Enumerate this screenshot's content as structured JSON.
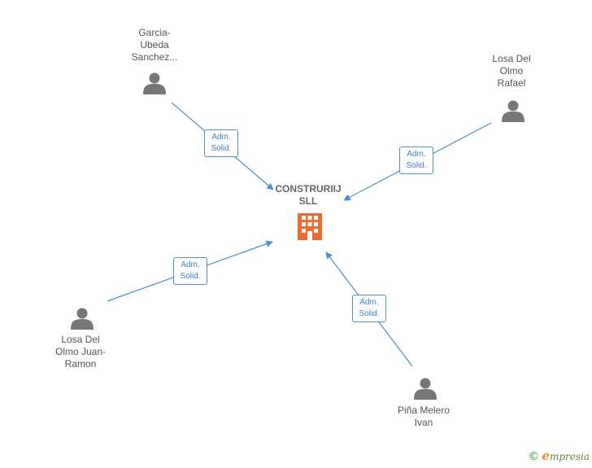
{
  "company": {
    "name_line1": "CONSTRURIIJ",
    "name_line2": "SLL",
    "icon": "building-icon",
    "color": "#f26a2e"
  },
  "persons": [
    {
      "lines": [
        "Garcia-",
        "Ubeda",
        "Sanchez..."
      ],
      "icon": "person-icon"
    },
    {
      "lines": [
        "Losa Del",
        "Olmo",
        "Rafael"
      ],
      "icon": "person-icon"
    },
    {
      "lines": [
        "Losa Del",
        "Olmo Juan-",
        "Ramon"
      ],
      "icon": "person-icon"
    },
    {
      "lines": [
        "Piña Melero",
        "Ivan"
      ],
      "icon": "person-icon"
    }
  ],
  "edges": [
    {
      "role_line1": "Adm.",
      "role_line2": "Solid."
    },
    {
      "role_line1": "Adm.",
      "role_line2": "Solid."
    },
    {
      "role_line1": "Adm.",
      "role_line2": "Solid."
    },
    {
      "role_line1": "Adm.",
      "role_line2": "Solid."
    }
  ],
  "colors": {
    "edge": "#4a8fd8",
    "person": "#777777"
  },
  "brand": {
    "copyright": "©",
    "initial": "e",
    "name": "mpresia"
  }
}
